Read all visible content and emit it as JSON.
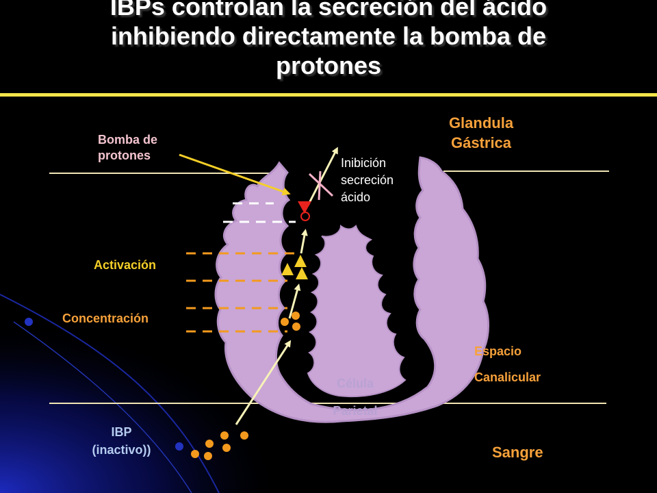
{
  "title": {
    "lines": [
      "IBPs controlan la secreción del ácido",
      "inhibiendo directamente la bomba de",
      "protones"
    ]
  },
  "labels": {
    "glandula": [
      "Glandula",
      "Gástrica"
    ],
    "bomba": [
      "Bomba de",
      "protones"
    ],
    "inhibicion": [
      "Inibición",
      "secreción",
      "ácido"
    ],
    "activacion": "Activación",
    "concentracion": "Concentración",
    "espacio": [
      "Espacio",
      "Canalicular"
    ],
    "celula": [
      "Célula",
      "Parietal"
    ],
    "ibp": [
      "IBP",
      "(inactivo))"
    ],
    "sangre": "Sangre"
  },
  "colors": {
    "background": "#000000",
    "cell": "#c9a6d6",
    "title_underline": "#f2e34a",
    "orange_label": "#f7a13a",
    "pink_label": "#f3c4cf",
    "yellow_label": "#f5cf28",
    "blue_label": "#b5ccf0",
    "arrow": "#f7f2b8",
    "pump_marker": "#e8231e",
    "triangle": "#f5cf28",
    "dot": "#f39a1e",
    "dash": "#f39a1e"
  },
  "icons": {
    "inhibition": "x-mark-icon",
    "pump": "red-triangle-icon",
    "active_drug": "yellow-triangle-icon",
    "drug_molecule": "orange-dot-icon"
  }
}
